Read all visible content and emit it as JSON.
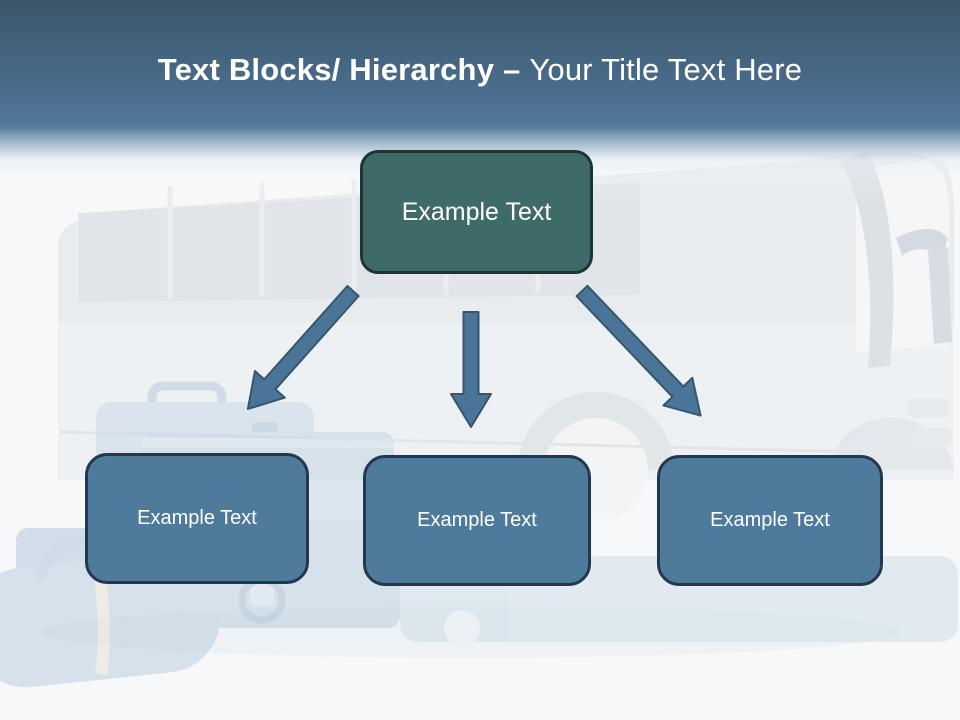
{
  "slide": {
    "title": {
      "bold_text": "Text Blocks/ Hierarchy –",
      "regular_text": "Your Title Text Here"
    },
    "hierarchy": {
      "root": {
        "label": "Example Text"
      },
      "children": [
        {
          "label": "Example Text"
        },
        {
          "label": "Example Text"
        },
        {
          "label": "Example Text"
        }
      ]
    },
    "colors": {
      "header_gradient_top": "#3d5568",
      "header_gradient_bottom": "#527898",
      "root_box_fill": "#3e6b67",
      "root_box_border": "#1b3634",
      "child_box_fill": "#4e7a9c",
      "child_box_border": "#233850",
      "arrow_fill": "#4b7598",
      "arrow_outline": "#365571",
      "text_color": "#ffffff",
      "background": "#f7f8fa"
    },
    "background_image": "faded photo of a white coach bus with stacked blue luggage"
  }
}
